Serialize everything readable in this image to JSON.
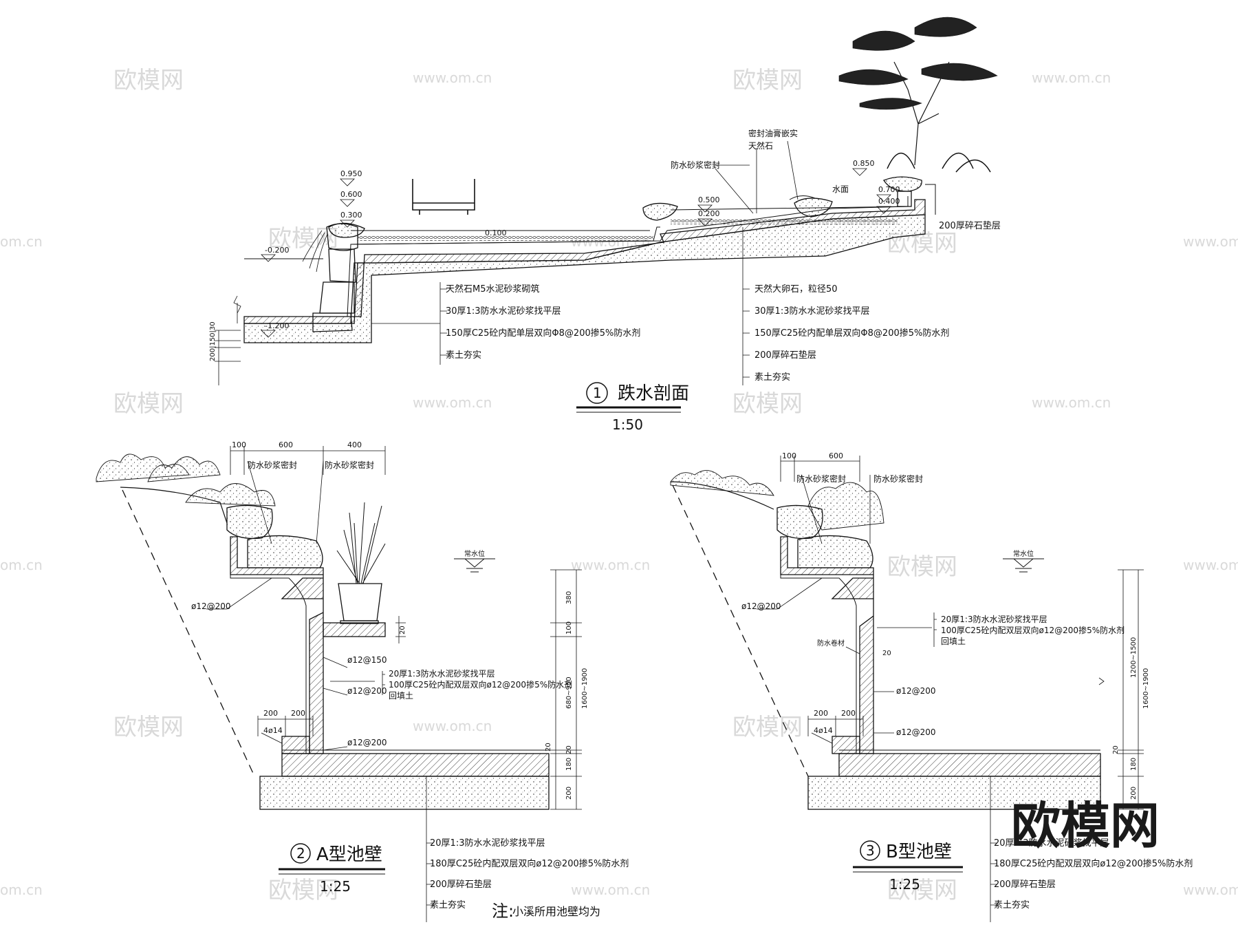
{
  "watermarks": {
    "logo_text": "欧模网",
    "url_text": "www.om.cn",
    "url_text_edge": "om.cn",
    "corner_logo": "欧模网"
  },
  "section1": {
    "title": "跌水剖面",
    "number": "1",
    "scale": "1:50",
    "elevations": [
      "0.950",
      "0.600",
      "0.300",
      "-0.200",
      "-1.200",
      "0.100",
      "0.500",
      "0.200",
      "0.850",
      "0.700",
      "0.400"
    ],
    "dim_vertical": "200|150|30",
    "callouts_top": [
      "防水砂浆密封",
      "密封油膏嵌实",
      "天然石",
      "水面"
    ],
    "gravel_note": "200厚碎石垫层",
    "legend_left": [
      "天然石M5水泥砂浆砌筑",
      "30厚1:3防水水泥砂浆找平层",
      "150厚C25砼内配单层双向Φ8@200掺5%防水剂",
      "素土夯实"
    ],
    "legend_right": [
      "天然大卵石，粒径50",
      "30厚1:3防水水泥砂浆找平层",
      "150厚C25砼内配单层双向Φ8@200掺5%防水剂",
      "200厚碎石垫层",
      "素土夯实"
    ]
  },
  "section2": {
    "title": "A型池壁",
    "number": "2",
    "scale": "1:25",
    "dims_top": [
      "100",
      "600",
      "400"
    ],
    "callouts": [
      "防水砂浆密封",
      "防水砂浆密封",
      "常水位"
    ],
    "rebar": [
      "ø12@200",
      "ø12@150",
      "ø12@200",
      "ø12@200"
    ],
    "wall_note": [
      "20厚1:3防水水泥砂浆找平层",
      "100厚C25砼内配双层双向ø12@200掺5%防水剂",
      "回填土"
    ],
    "dims_bottom": [
      "200",
      "200",
      "4ø14"
    ],
    "dims_right": [
      "380",
      "100",
      "20",
      "20",
      "680~950",
      "20",
      "180",
      "200",
      "1600~1900"
    ],
    "legend": [
      "20厚1:3防水水泥砂浆找平层",
      "180厚C25砼内配双层双向ø12@200掺5%防水剂",
      "200厚碎石垫层",
      "素土夯实"
    ]
  },
  "section3": {
    "title": "B型池壁",
    "number": "3",
    "scale": "1:25",
    "dims_top": [
      "100",
      "600"
    ],
    "callouts": [
      "防水砂浆密封",
      "防水砂浆密封",
      "常水位",
      "防水卷材",
      "20"
    ],
    "rebar": [
      "ø12@200",
      "ø12@200",
      "ø12@200"
    ],
    "wall_note": [
      "20厚1:3防水水泥砂浆找平层",
      "100厚C25砼内配双层双向ø12@200掺5%防水剂",
      "回填土"
    ],
    "dims_bottom": [
      "200",
      "200",
      "4ø14"
    ],
    "dims_right": [
      "1200~1500",
      "20",
      "180",
      "200",
      "1600~1900"
    ],
    "legend": [
      "20厚1:3防水水泥砂浆找平层",
      "180厚C25砼内配双层双向ø12@200掺5%防水剂",
      "200厚碎石垫层",
      "素土夯实"
    ]
  },
  "note": {
    "prefix": "注:",
    "text": "小溪所用池壁均为"
  }
}
